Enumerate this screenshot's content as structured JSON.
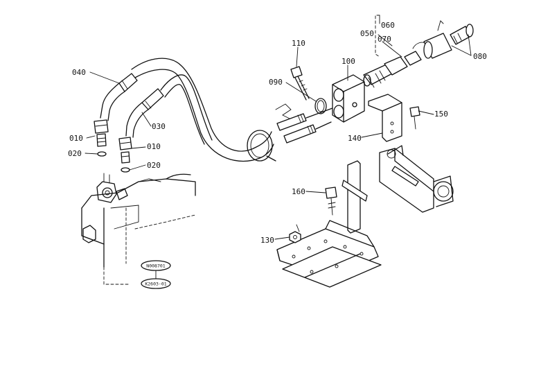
{
  "labels": {
    "p010a": "010",
    "p010b": "010",
    "p020a": "020",
    "p020b": "020",
    "p030": "030",
    "p040": "040",
    "p050": "050",
    "p060": "060",
    "p070": "070",
    "p080": "080",
    "p090": "090",
    "p100": "100",
    "p110": "110",
    "p130": "130",
    "p140": "140",
    "p150": "150",
    "p160": "160"
  },
  "serials": {
    "top": "N008701",
    "bottom": "K2603-01"
  }
}
